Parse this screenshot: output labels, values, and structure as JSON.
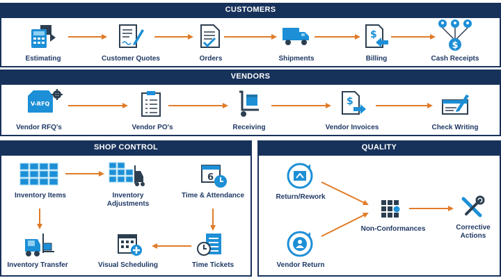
{
  "customers": {
    "title": "CUSTOMERS",
    "items": [
      "Estimating",
      "Customer Quotes",
      "Orders",
      "Shipments",
      "Billing",
      "Cash Receipts"
    ]
  },
  "vendors": {
    "title": "VENDORS",
    "rfq_icon_text": "V-RFQ",
    "items": [
      "Vendor RFQ's",
      "Vendor PO's",
      "Receiving",
      "Vendor Invoices",
      "Check Writing"
    ]
  },
  "shop_control": {
    "title": "SHOP CONTROL",
    "calendar_icon_text": "6",
    "items": {
      "inventory_items": "Inventory Items",
      "inventory_adjustments_1": "Inventory",
      "inventory_adjustments_2": "Adjustments",
      "time_attendance": "Time & Attendance",
      "inventory_transfer": "Inventory Transfer",
      "visual_scheduling": "Visual Scheduling",
      "time_tickets": "Time Tickets"
    }
  },
  "quality": {
    "title": "QUALITY",
    "items": {
      "return_rework": "Return/Rework",
      "vendor_return": "Vendor Return",
      "non_conformances": "Non-Conformances",
      "corrective_actions_1": "Corrective",
      "corrective_actions_2": "Actions"
    }
  },
  "colors": {
    "navy": "#17325a",
    "arrow": "#e07b28",
    "icon_blue": "#1d8fd6",
    "icon_dark": "#2c3e50",
    "icon_light": "#8fd0f2"
  }
}
